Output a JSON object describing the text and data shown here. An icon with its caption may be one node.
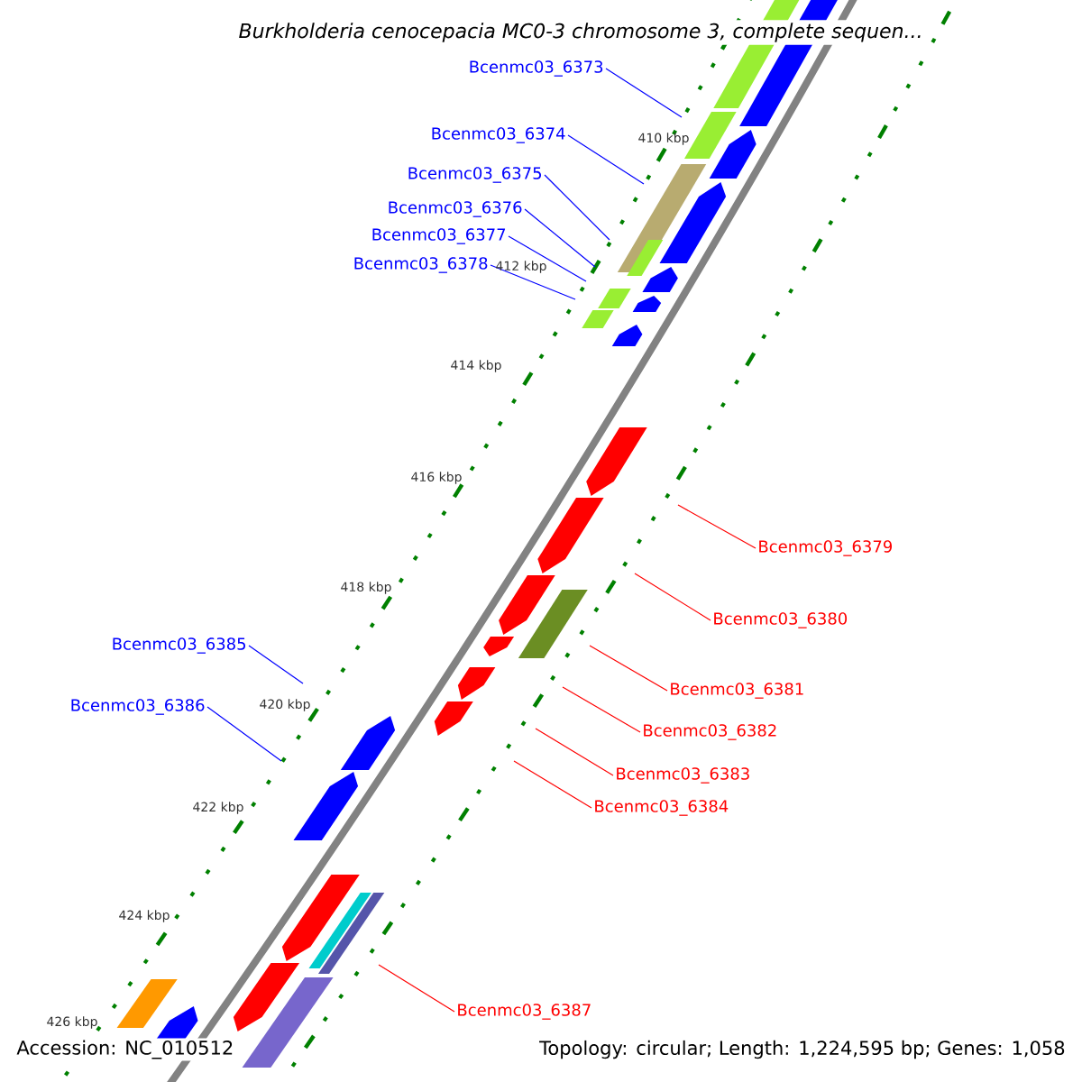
{
  "diagram": {
    "title": "Burkholderia cenocepacia MC0-3 chromosome 3, complete sequen...",
    "nodes": [
      {
        "text": [
          "Bcenmc03_6373"
        ]
      },
      {
        "text": [
          "Bcenmc03_6374"
        ]
      },
      {
        "text": [
          "Bcenmc03_6375"
        ]
      },
      {
        "text": [
          "Bcenmc03_6376"
        ]
      },
      {
        "text": [
          "Bcenmc03_6377"
        ]
      },
      {
        "text": [
          "Bcenmc03_6378"
        ]
      },
      {
        "text": [
          "Bcenmc03_6379"
        ]
      },
      {
        "text": [
          "Bcenmc03_6380"
        ]
      },
      {
        "text": [
          "Bcenmc03_6381"
        ]
      },
      {
        "text": [
          "Bcenmc03_6382"
        ]
      },
      {
        "text": [
          "Bcenmc03_6383"
        ]
      },
      {
        "text": [
          "Bcenmc03_6384"
        ]
      },
      {
        "text": [
          "Bcenmc03_6385"
        ]
      },
      {
        "text": [
          "Bcenmc03_6386"
        ]
      },
      {
        "text": [
          "Bcenmc03_6387"
        ]
      }
    ],
    "edges": [
      {
        "from": 0,
        "to": null,
        "arrow": "none"
      },
      {
        "from": 1,
        "to": null,
        "arrow": "none"
      },
      {
        "from": 2,
        "to": null,
        "arrow": "none"
      },
      {
        "from": 3,
        "to": null,
        "arrow": "none"
      },
      {
        "from": 4,
        "to": null,
        "arrow": "none"
      },
      {
        "from": 5,
        "to": null,
        "arrow": "none"
      },
      {
        "from": 6,
        "to": null,
        "arrow": "none",
        "color": "#ff0000"
      },
      {
        "from": 7,
        "to": null,
        "arrow": "none",
        "color": "#ff0000"
      },
      {
        "from": 8,
        "to": null,
        "arrow": "none",
        "color": "#ff0000"
      },
      {
        "from": 9,
        "to": null,
        "arrow": "none",
        "color": "#ff0000"
      },
      {
        "from": 10,
        "to": null,
        "arrow": "none",
        "color": "#ff0000"
      },
      {
        "from": 11,
        "to": null,
        "arrow": "none",
        "color": "#ff0000"
      },
      {
        "from": 12,
        "to": null,
        "arrow": "none"
      },
      {
        "from": 13,
        "to": null,
        "arrow": "none"
      },
      {
        "from": 14,
        "to": null,
        "arrow": "none",
        "color": "#ff0000"
      }
    ],
    "labels": [
      "410 kbp",
      "412 kbp",
      "414 kbp",
      "416 kbp",
      "418 kbp",
      "420 kbp",
      "422 kbp",
      "424 kbp",
      "426 kbp",
      "Accession: NC_010512",
      "Topology: circular; Length: 1,224,595 bp; Genes: 1,058"
    ]
  }
}
